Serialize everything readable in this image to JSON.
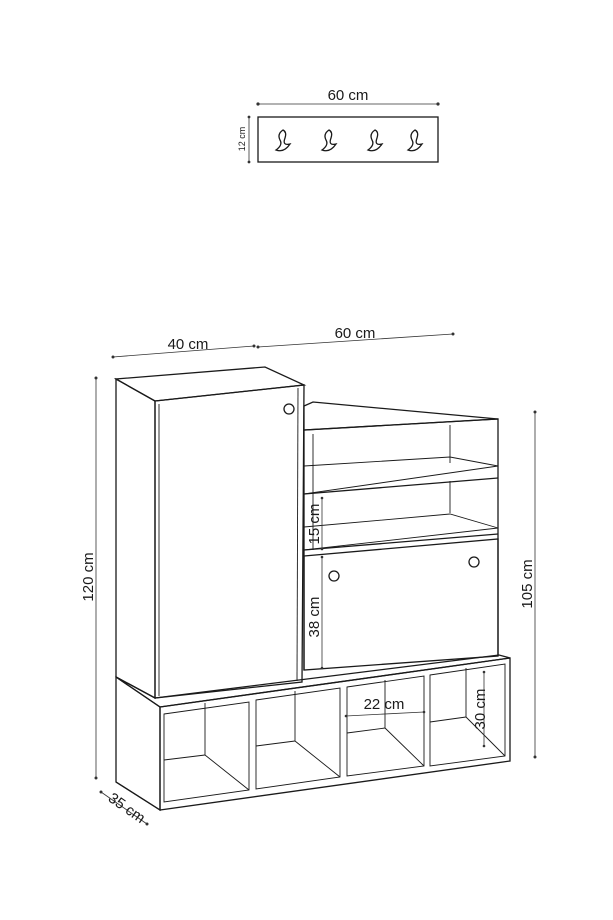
{
  "rack": {
    "width_label": "60 cm",
    "height_label": "12 cm",
    "hook_count": 4
  },
  "cabinet": {
    "depth_top_label": "40 cm",
    "shelf_width_label": "60 cm",
    "total_height_label": "120 cm",
    "right_height_label": "105 cm",
    "shelf_gap_label": "15 cm",
    "door_height_label": "38 cm",
    "cubby_width_label": "22 cm",
    "cubby_height_label": "30 cm",
    "depth_bottom_label": "35 cm"
  },
  "colors": {
    "line": "#1a1a1a",
    "background": "#ffffff"
  }
}
